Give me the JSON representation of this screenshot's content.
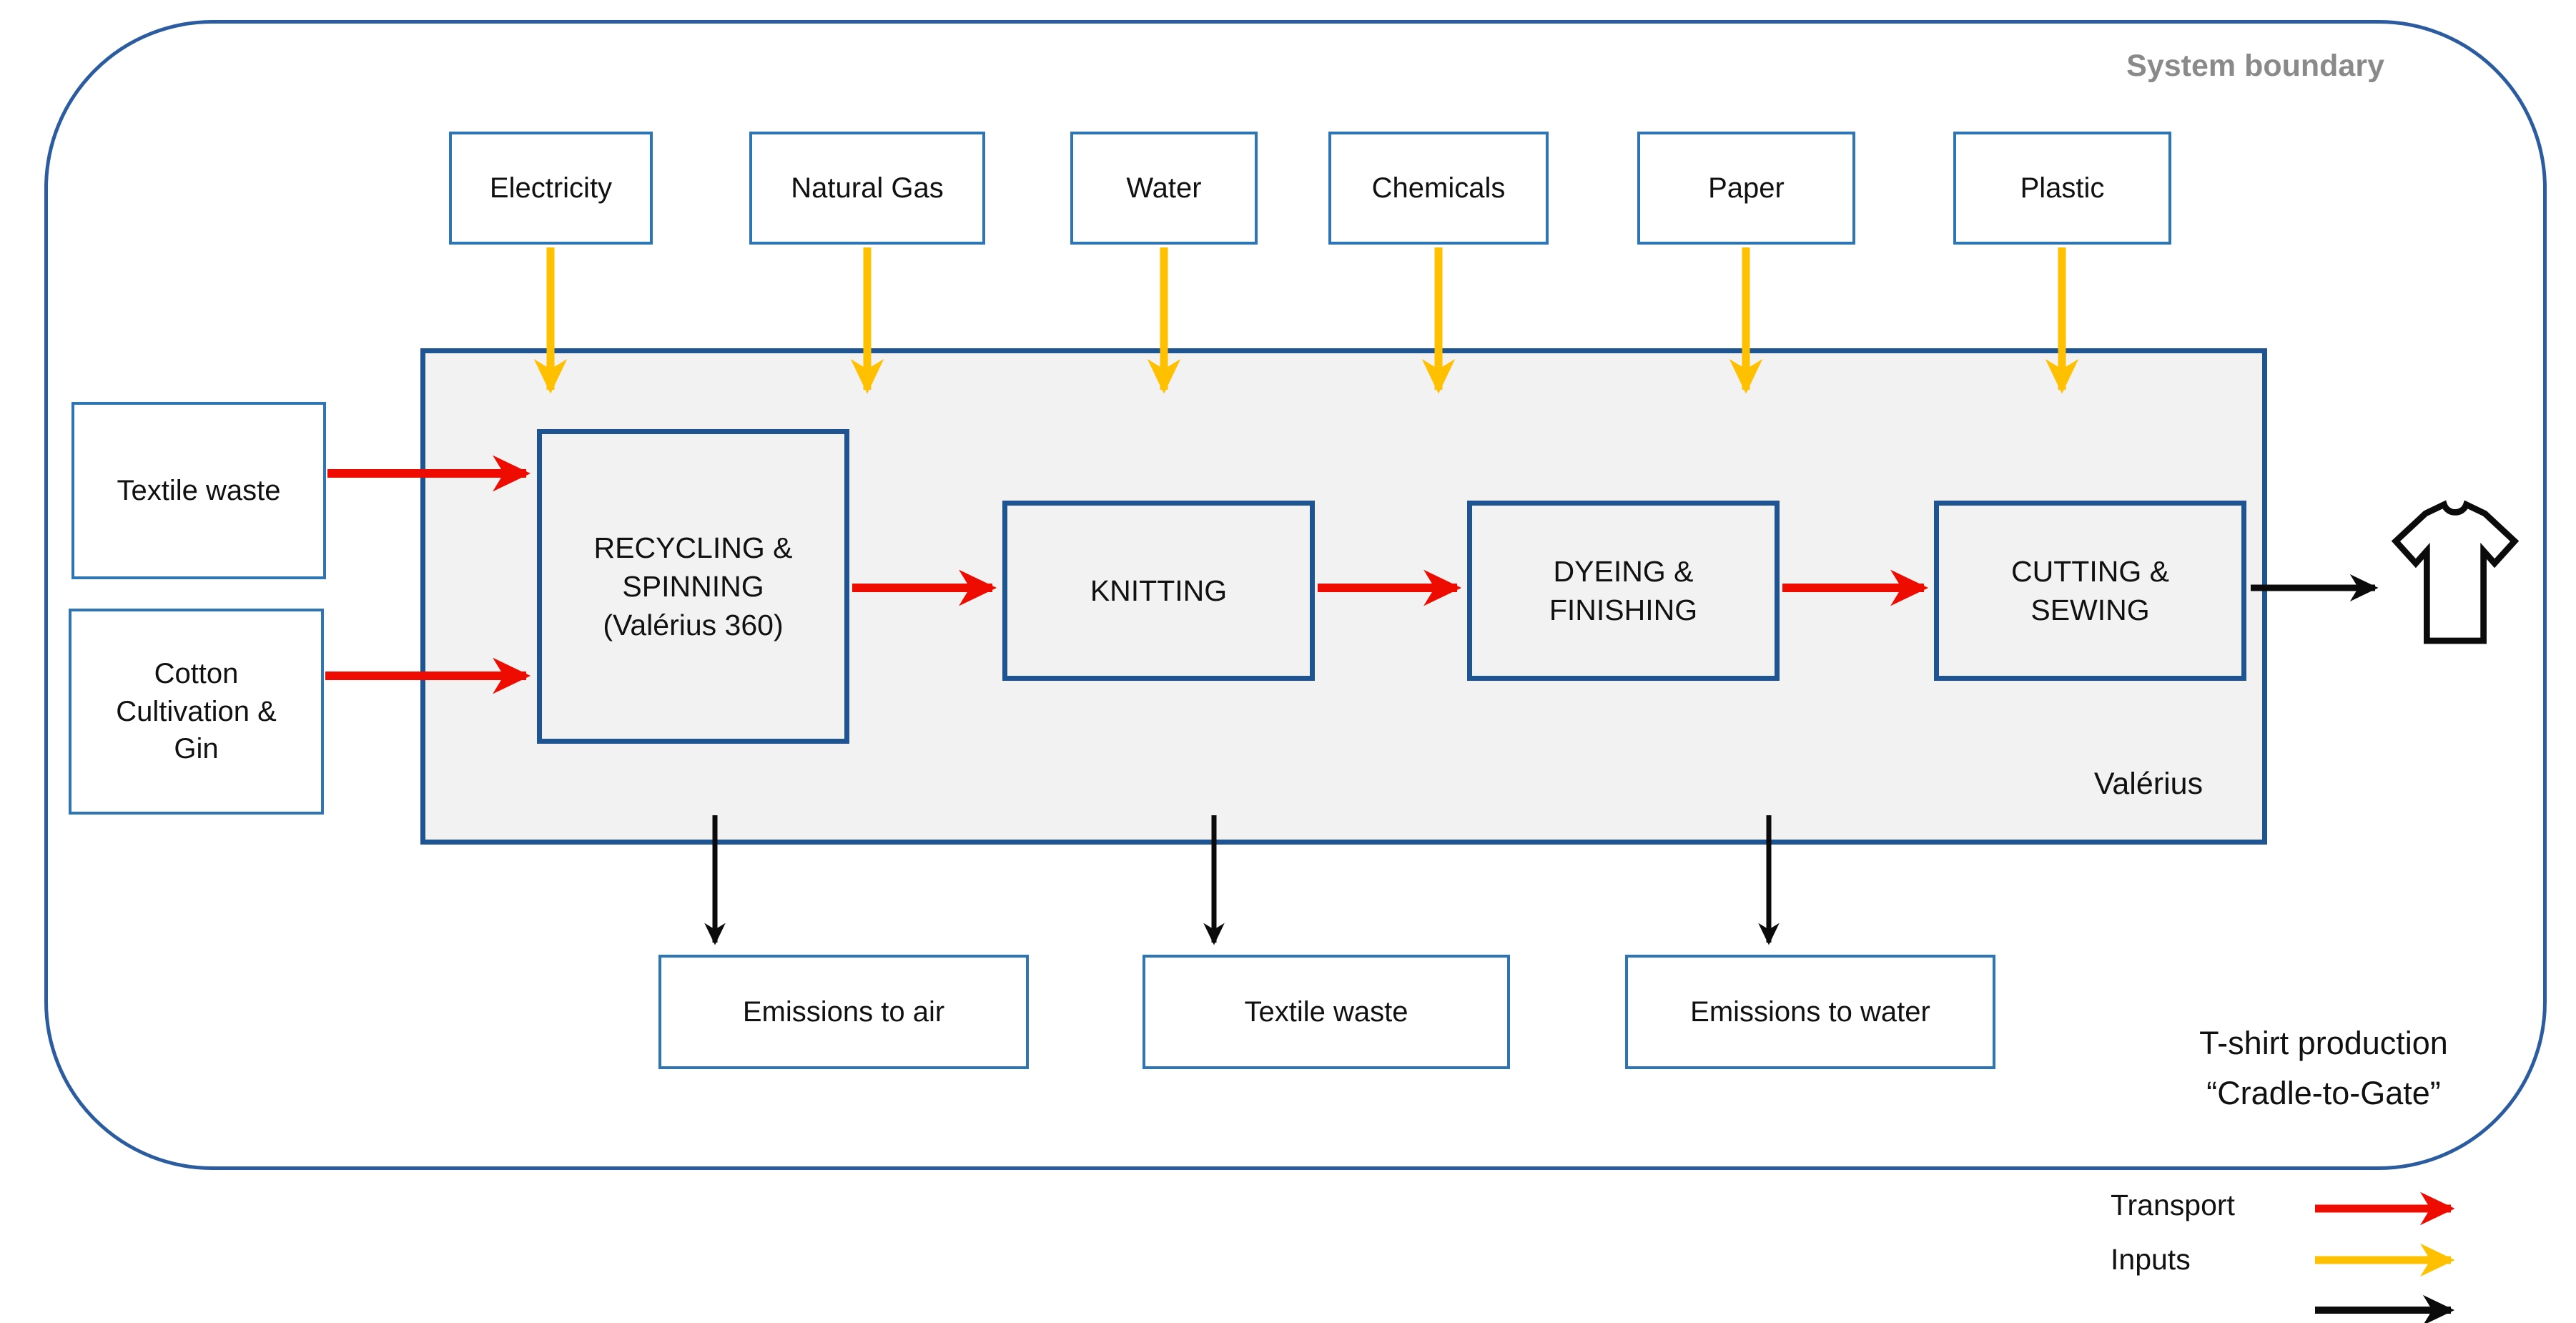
{
  "colors": {
    "red": "#EE0B00",
    "yellow": "#FFC000",
    "ink": "#0B0B0B",
    "border_blue": "#2E75B6",
    "process_blue": "#1F5492",
    "boundary_blue": "#2B5CA0",
    "panel_gray": "#F2F2F2",
    "muted": "#8A8A8A"
  },
  "system_boundary_label": "System boundary",
  "top_inputs": [
    "Electricity",
    "Natural Gas",
    "Water",
    "Chemicals",
    "Paper",
    "Plastic"
  ],
  "left_inputs": [
    {
      "lines": [
        "Textile waste"
      ]
    },
    {
      "lines": [
        "Cotton",
        "Cultivation &",
        "Gin"
      ]
    }
  ],
  "processes": [
    {
      "lines": [
        "RECYCLING &",
        "SPINNING",
        "(Valérius 360)"
      ]
    },
    {
      "lines": [
        "KNITTING"
      ]
    },
    {
      "lines": [
        "DYEING &",
        "FINISHING"
      ]
    },
    {
      "lines": [
        "CUTTING &",
        "SEWING"
      ]
    }
  ],
  "company_label": "Valérius",
  "outputs": [
    "Emissions to air",
    "Textile waste",
    "Emissions to water"
  ],
  "caption": {
    "lines": [
      "T-shirt production",
      "“Cradle-to-Gate”"
    ]
  },
  "legend": {
    "transport": "Transport",
    "inputs": "Inputs"
  },
  "icons": {
    "product": "t-shirt-icon"
  }
}
